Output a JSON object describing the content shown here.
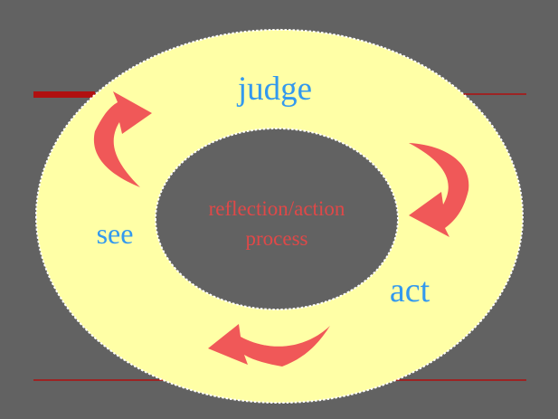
{
  "diagram": {
    "cycle_labels": {
      "judge": "judge",
      "see": "see",
      "act": "act"
    },
    "center_text": {
      "line1": "reflection/action",
      "line2": "process"
    }
  },
  "colors": {
    "background": "#626262",
    "ring_fill": "#FFFFA6",
    "ring_border": "#FFFFFF",
    "label_blue": "#3399EE",
    "center_text_red": "#E04848",
    "arrow_red": "#F05858",
    "rule_red": "#B01010"
  }
}
